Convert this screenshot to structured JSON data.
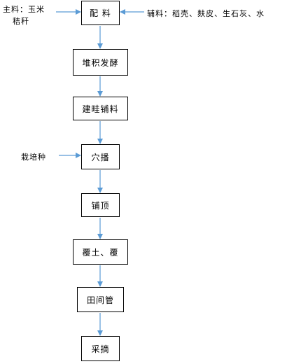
{
  "steps": [
    {
      "label": "配  料"
    },
    {
      "label": "堆积发酵"
    },
    {
      "label": "建畦铺料"
    },
    {
      "label": "穴播"
    },
    {
      "label": "铺顶"
    },
    {
      "label": "覆土、覆"
    },
    {
      "label": "田间管"
    },
    {
      "label": "采摘"
    }
  ],
  "inputs": {
    "main_material": {
      "line1": "主料：玉米",
      "line2": "秸秆"
    },
    "auxiliary_material": {
      "label": "辅料：稻壳、麸皮、生石灰、水"
    },
    "spawn": {
      "label": "栽培种"
    }
  },
  "colors": {
    "arrow": "#5b9bd5",
    "box_border": "#000000"
  }
}
